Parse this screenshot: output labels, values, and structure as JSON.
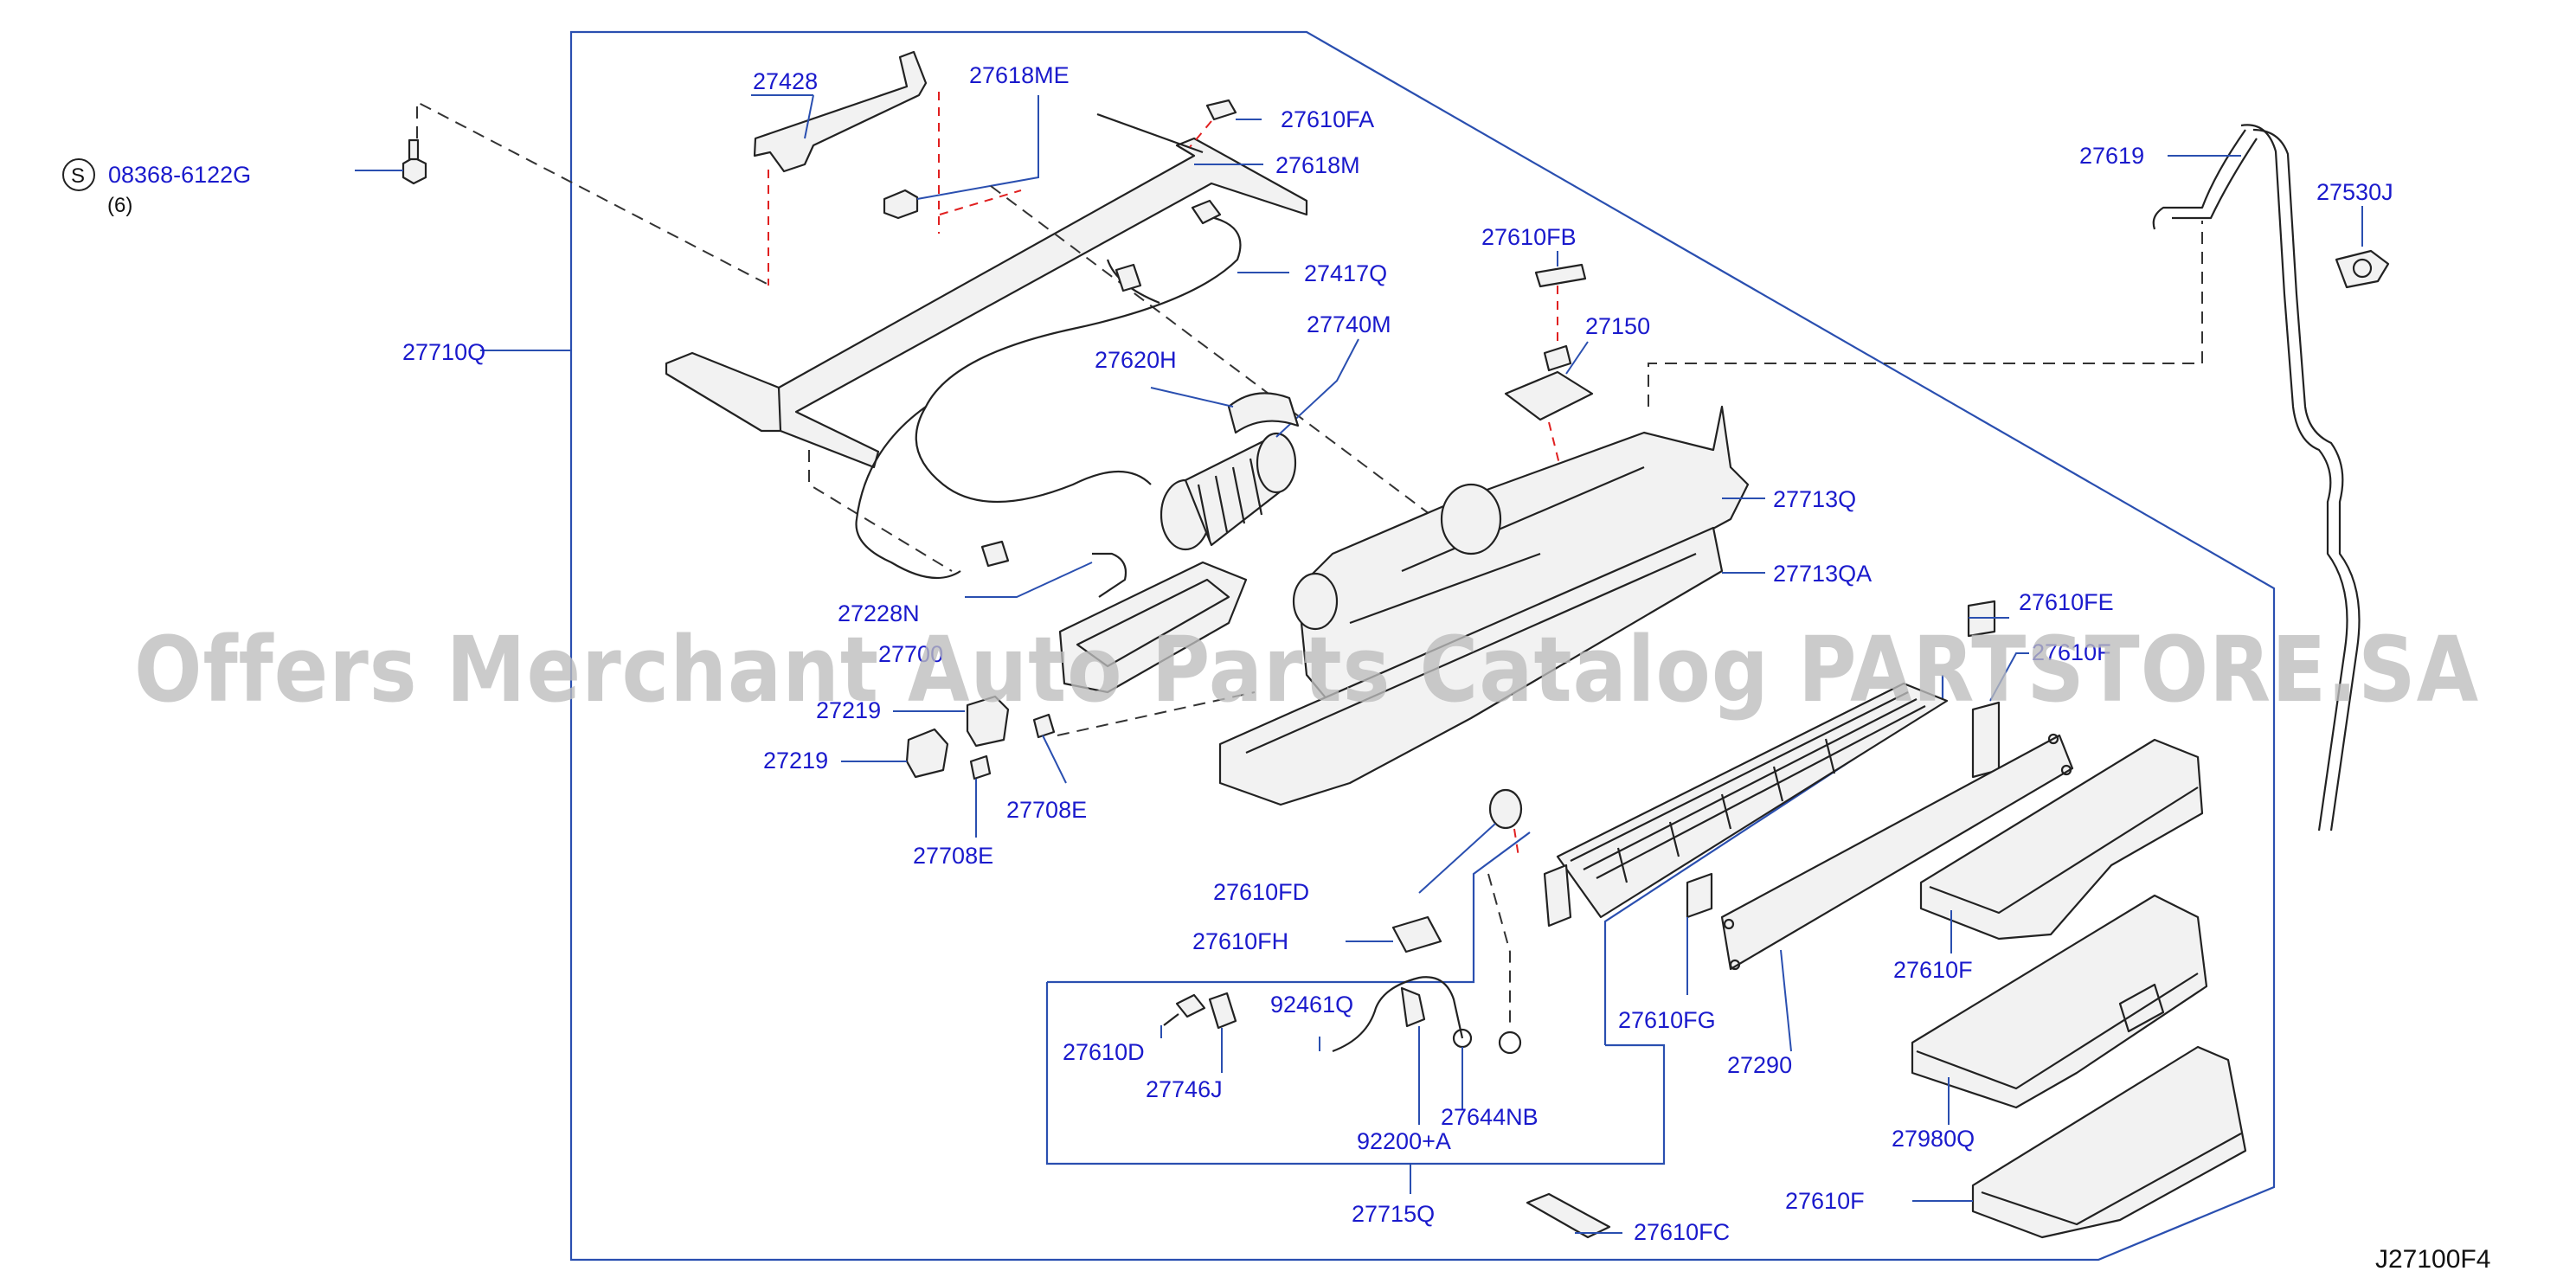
{
  "watermark": "Offers Merchant Auto Parts Catalog PARTSTORE.SA",
  "drawing_code": "J27100F4",
  "bolt": {
    "badge": "S",
    "part": "08368-6122G",
    "qty": "(6)"
  },
  "labels": {
    "p27428": "27428",
    "p27618ME": "27618ME",
    "p27610FA": "27610FA",
    "p27618M": "27618M",
    "p27417Q": "27417Q",
    "p27710Q": "27710Q",
    "p27740M": "27740M",
    "p27620H": "27620H",
    "p27610FB": "27610FB",
    "p27150": "27150",
    "p27619": "27619",
    "p27530J": "27530J",
    "p27713Q": "27713Q",
    "p27713QA": "27713QA",
    "p27228N": "27228N",
    "p27700": "27700",
    "p27219a": "27219",
    "p27219b": "27219",
    "p27708Ea": "27708E",
    "p27708Eb": "27708E",
    "p27610FE": "27610FE",
    "p27610F_top": "27610F",
    "p27610FD": "27610FD",
    "p27610FH": "27610FH",
    "p92461Q": "92461Q",
    "p27610D": "27610D",
    "p27746J": "27746J",
    "p27644NB": "27644NB",
    "p92200A": "92200+A",
    "p27715Q": "27715Q",
    "p27610FG": "27610FG",
    "p27290": "27290",
    "p27610Fa": "27610F",
    "p27980Q": "27980Q",
    "p27610Fb": "27610F",
    "p27610FC": "27610FC"
  }
}
